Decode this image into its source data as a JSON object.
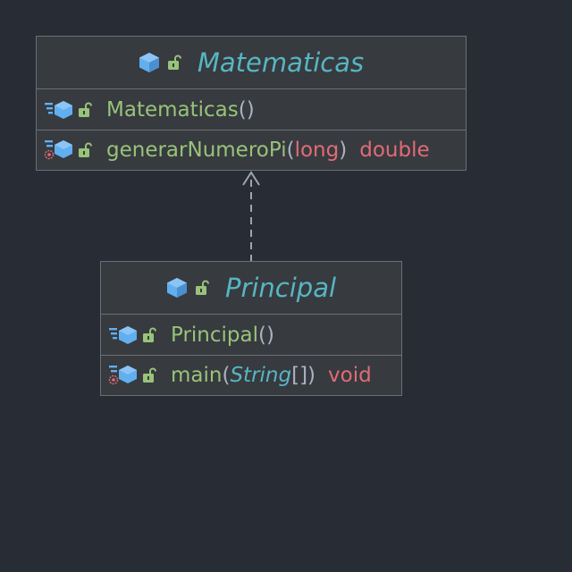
{
  "diagram": {
    "colors": {
      "background": "#282c34",
      "box_fill": "#373a3f",
      "box_border": "#6b6e73",
      "class_name": "#56b6c2",
      "member_name": "#98c379",
      "type": "#e06c75",
      "punctuation": "#abb2bf",
      "icon_blue": "#61afef",
      "icon_green": "#98c379",
      "static_marker": "#e06c75",
      "arrow": "#9da5b4"
    },
    "classes": [
      {
        "name": "Matematicas",
        "icons": [
          "class-icon",
          "public-lock-icon"
        ],
        "members": [
          {
            "kind": "constructor",
            "icons": [
              "constructor-icon",
              "public-lock-icon"
            ],
            "name": "Matematicas",
            "params_open": "(",
            "param": "",
            "params_close": ")",
            "return_type": ""
          },
          {
            "kind": "static-method",
            "icons": [
              "static-method-icon",
              "public-lock-icon"
            ],
            "name": "generarNumeroPi",
            "params_open": "(",
            "param": "long",
            "params_close": ")",
            "return_type": "double"
          }
        ]
      },
      {
        "name": "Principal",
        "icons": [
          "class-icon",
          "public-lock-icon"
        ],
        "members": [
          {
            "kind": "constructor",
            "icons": [
              "constructor-icon",
              "public-lock-icon"
            ],
            "name": "Principal",
            "params_open": "(",
            "param": "",
            "params_close": ")",
            "return_type": ""
          },
          {
            "kind": "static-method",
            "icons": [
              "static-method-icon",
              "public-lock-icon"
            ],
            "name": "main",
            "params_open": "(",
            "param": "String",
            "params_close": " [])",
            "return_type": "void"
          }
        ]
      }
    ],
    "relations": [
      {
        "from": "Principal",
        "to": "Matematicas",
        "type": "dependency",
        "line": "dashed",
        "arrow": "open"
      }
    ]
  }
}
